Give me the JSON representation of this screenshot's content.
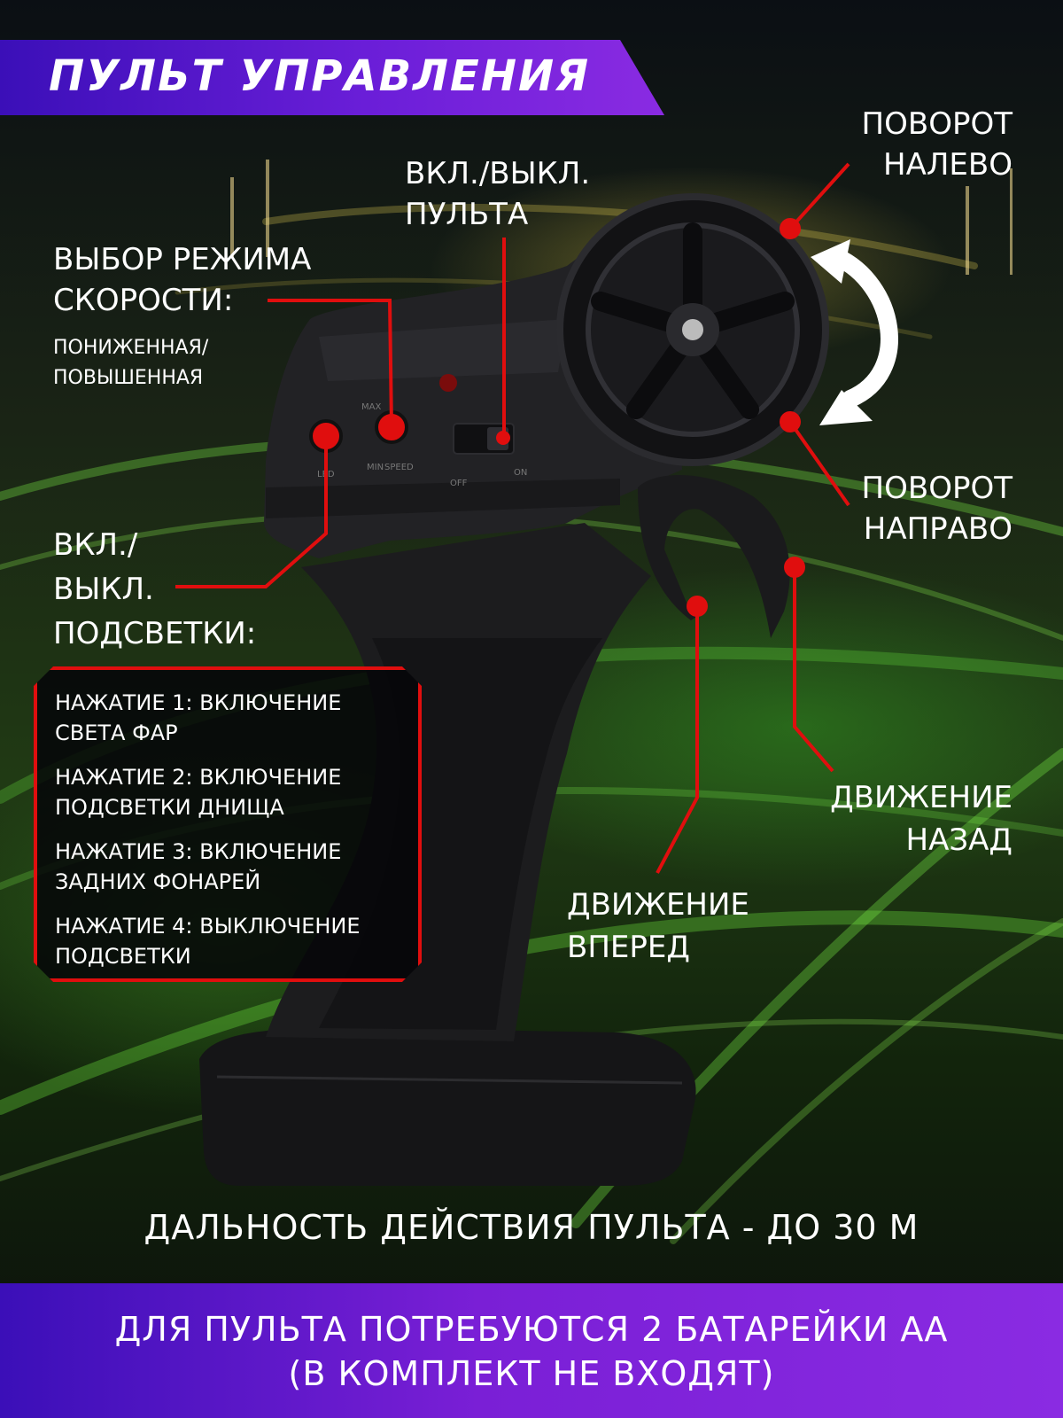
{
  "header": {
    "title": "ПУЛЬТ УПРАВЛЕНИЯ"
  },
  "labels": {
    "turn_left": [
      "ПОВОРОТ",
      "НАЛЕВО"
    ],
    "power": [
      "ВКЛ./ВЫКЛ.",
      "ПУЛЬТА"
    ],
    "speed_mode": [
      "ВЫБОР РЕЖИМА",
      "СКОРОСТИ:"
    ],
    "speed_mode_options": [
      "ПОНИЖЕННАЯ/",
      "ПОВЫШЕННАЯ"
    ],
    "turn_right": [
      "ПОВОРОТ",
      "НАПРАВО"
    ],
    "lights": [
      "ВКЛ./",
      "ВЫКЛ.",
      "ПОДСВЕТКИ:"
    ],
    "backward": [
      "ДВИЖЕНИЕ",
      "НАЗАД"
    ],
    "forward": [
      "ДВИЖЕНИЕ",
      "ВПЕРЕД"
    ]
  },
  "presses": [
    "НАЖАТИЕ 1: ВКЛЮЧЕНИЕ СВЕТА ФАР",
    "НАЖАТИЕ 2: ВКЛЮЧЕНИЕ ПОДСВЕТКИ ДНИЩА",
    "НАЖАТИЕ 3: ВКЛЮЧЕНИЕ ЗАДНИХ ФОНАРЕЙ",
    "НАЖАТИЕ 4: ВЫКЛЮЧЕНИЕ ПОДСВЕТКИ"
  ],
  "device_markings": {
    "max": "MAX",
    "min": "MIN",
    "speed": "SPEED",
    "led": "LED",
    "off": "OFF",
    "on": "ON"
  },
  "range_text": "ДАЛЬНОСТЬ ДЕЙСТВИЯ ПУЛЬТА - ДО 30 М",
  "footer": {
    "line1": "ДЛЯ ПУЛЬТА ПОТРЕБУЮТСЯ 2 БАТАРЕЙКИ АА",
    "line2": "(В КОМПЛЕКТ НЕ ВХОДЯТ)"
  },
  "colors": {
    "accent": "#e00e0e",
    "purple": "#6a1ed8",
    "device": "#1c1c1e"
  }
}
